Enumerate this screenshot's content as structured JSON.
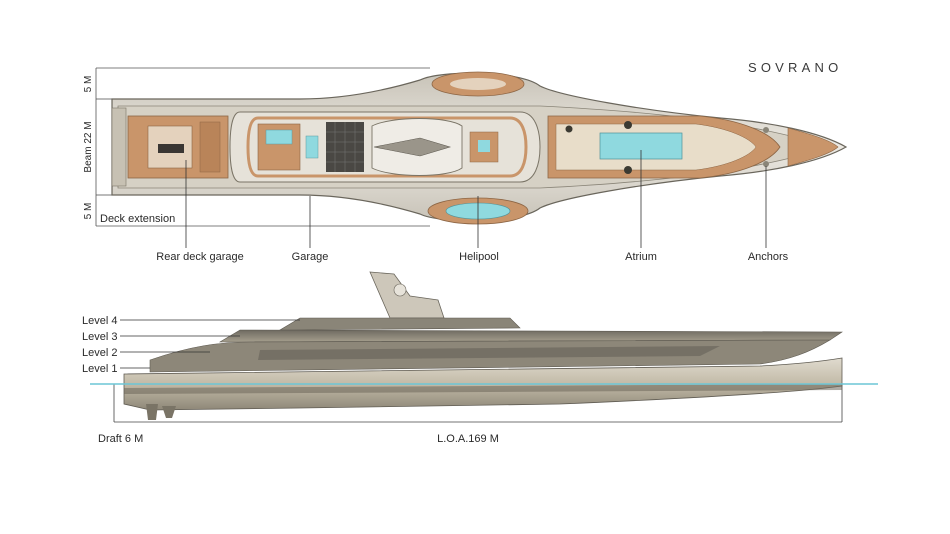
{
  "brand": "SOVRANO",
  "top_view": {
    "dimensions": {
      "upper": "5 M",
      "beam": "Beam 22 M",
      "lower": "5 M",
      "deck_extension": "Deck extension"
    },
    "callouts": {
      "rear_deck_garage": "Rear deck garage",
      "garage": "Garage",
      "helipool": "Helipool",
      "atrium": "Atrium",
      "anchors": "Anchors"
    }
  },
  "side_view": {
    "levels": [
      "Level 4",
      "Level 3",
      "Level 2",
      "Level 1"
    ],
    "draft": "Draft 6 M",
    "loa": "L.O.A.169 M"
  },
  "colors": {
    "teak": "#c9956a",
    "hull": "#bdb6a6",
    "deck": "#d9d5cc",
    "pool": "#8fd9df",
    "waterline": "#6cc6d6",
    "line": "#333333"
  }
}
